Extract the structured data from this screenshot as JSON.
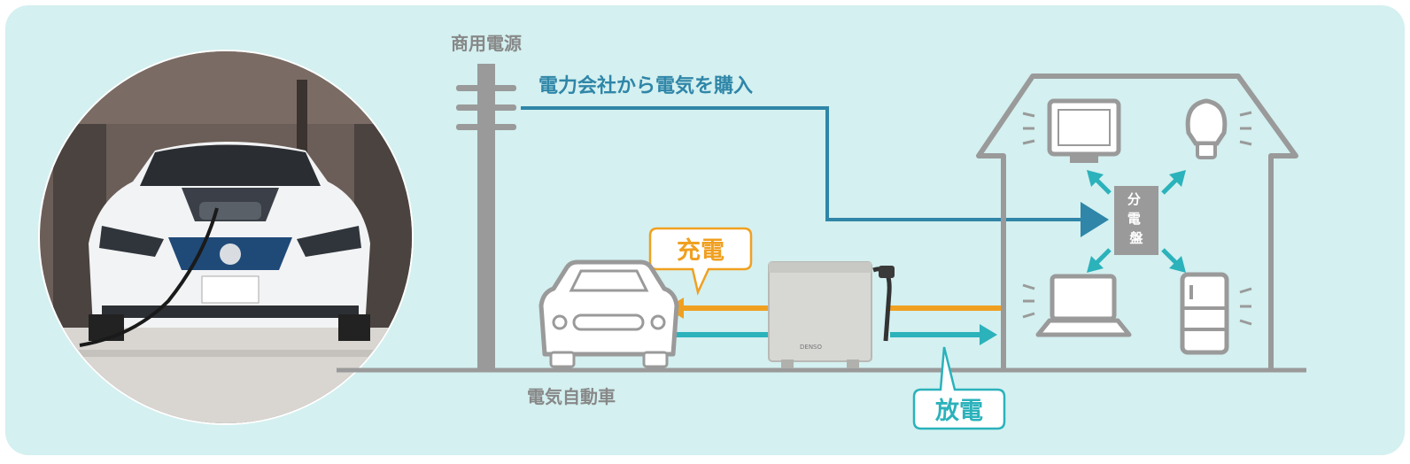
{
  "labels": {
    "power_source": "商用電源",
    "purchase": "電力会社から電気を購入",
    "charge": "充電",
    "discharge": "放電",
    "ev": "電気自動車",
    "panel": "分電盤"
  },
  "device_brand": "DENSO",
  "colors": {
    "background": "#d4f0f0",
    "gray": "#9a9a9a",
    "blue_line": "#2f86a8",
    "orange": "#f0a020",
    "teal": "#2bb2bb",
    "white": "#ffffff"
  }
}
